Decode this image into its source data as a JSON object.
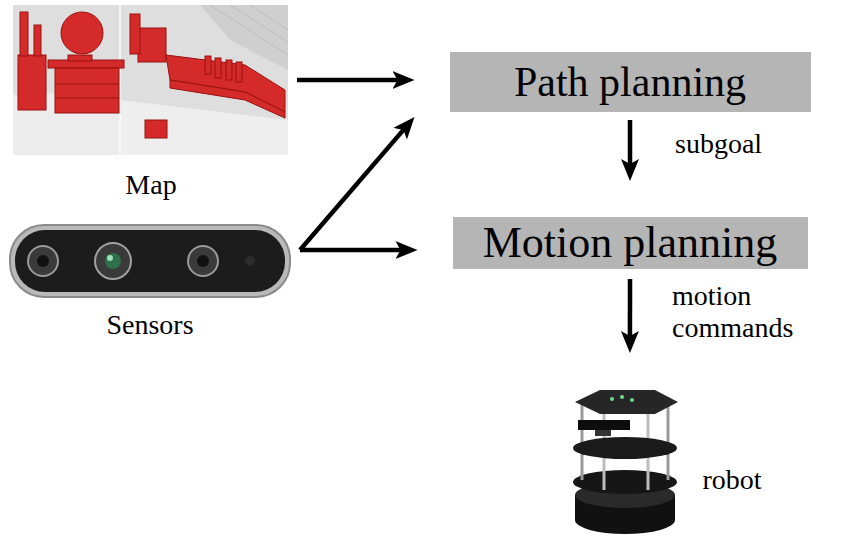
{
  "diagram": {
    "nodes": [
      {
        "text": [
          "Map"
        ]
      },
      {
        "text": [
          "Path planning"
        ]
      },
      {
        "text": [
          "Sensors"
        ]
      },
      {
        "text": [
          "Motion planning"
        ]
      },
      {
        "text": [
          "robot"
        ]
      }
    ],
    "edges": [
      {
        "from": 0,
        "to": 1,
        "arrow": "to"
      },
      {
        "from": 2,
        "to": 1,
        "arrow": "to"
      },
      {
        "from": 2,
        "to": 3,
        "arrow": "to"
      },
      {
        "from": 1,
        "to": 3,
        "label": "subgoal",
        "arrow": "to"
      },
      {
        "from": 3,
        "to": 4,
        "label": "motion commands",
        "arrow": "to"
      }
    ]
  }
}
